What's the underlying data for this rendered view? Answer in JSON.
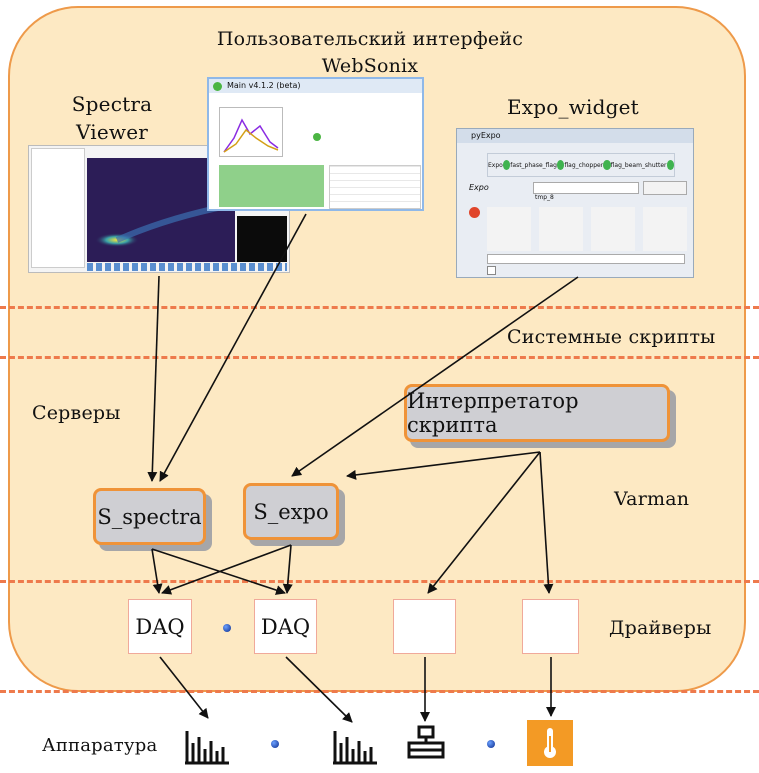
{
  "labels": {
    "gui_line1": "Пользовательский интерфейс",
    "gui_line2": "WebSonix",
    "spectra_line1": "Spectra",
    "spectra_line2": "Viewer",
    "expo_widget": "Expo_widget",
    "system_scripts": "Системные скрипты",
    "servers": "Серверы",
    "varman": "Varman",
    "drivers": "Драйверы",
    "hardware": "Аппаратура"
  },
  "servers": {
    "interpreter": "Интерпретатор скрипта",
    "s_spectra": "S_spectra",
    "s_expo": "S_expo"
  },
  "drivers": {
    "daq1": "DAQ",
    "daq2": "DAQ"
  },
  "screenshots": {
    "websonix_title": "Main v4.1.2 (beta)",
    "expo_window_title": "pyExpo",
    "expo_flags": [
      "Expo",
      "fast_phase_flag",
      "flag_chopper",
      "flag_beam_shutter"
    ],
    "expo_field_label": "Expo",
    "expo_path": "tmp_8"
  },
  "icons": {
    "hist1": "histogram-icon",
    "hist2": "histogram-icon",
    "stage": "motor-stage-icon",
    "thermo": "thermometer-icon"
  },
  "colors": {
    "panel_fill": "#fde9c3",
    "panel_border": "#ee9a4a",
    "dash": "#ee7a4c",
    "server_fill": "#cfcfd3",
    "server_border": "#ef9338",
    "thermo_bg": "#f39a25"
  }
}
